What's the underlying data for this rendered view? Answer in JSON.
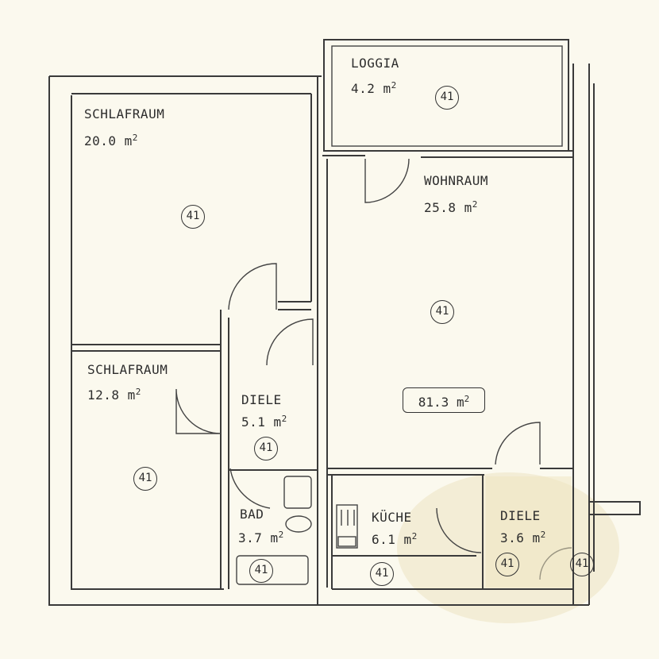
{
  "rooms": {
    "loggia": {
      "name": "LOGGIA",
      "area": "4.2 m",
      "code": "41"
    },
    "schlafraum1": {
      "name": "SCHLAFRAUM",
      "area": "20.0 m",
      "code": "41"
    },
    "wohnraum": {
      "name": "WOHNRAUM",
      "area": "25.8 m",
      "code": "41"
    },
    "schlafraum2": {
      "name": "SCHLAFRAUM",
      "area": "12.8 m",
      "code": "41"
    },
    "diele1": {
      "name": "DIELE",
      "area": "5.1 m",
      "code": "41"
    },
    "bad": {
      "name": "BAD",
      "area": "3.7 m",
      "code": "41"
    },
    "kueche": {
      "name": "KÜCHE",
      "area": "6.1 m",
      "code": "41"
    },
    "diele2": {
      "name": "DIELE",
      "area": "3.6 m",
      "code": "41"
    },
    "entry": {
      "code": "41"
    }
  },
  "total": {
    "area": "81.3 m"
  },
  "unit_exponent": "2",
  "colors": {
    "paper": "#fbf9ee",
    "ink": "#3a3a3a",
    "stain": "#efe7c3"
  }
}
